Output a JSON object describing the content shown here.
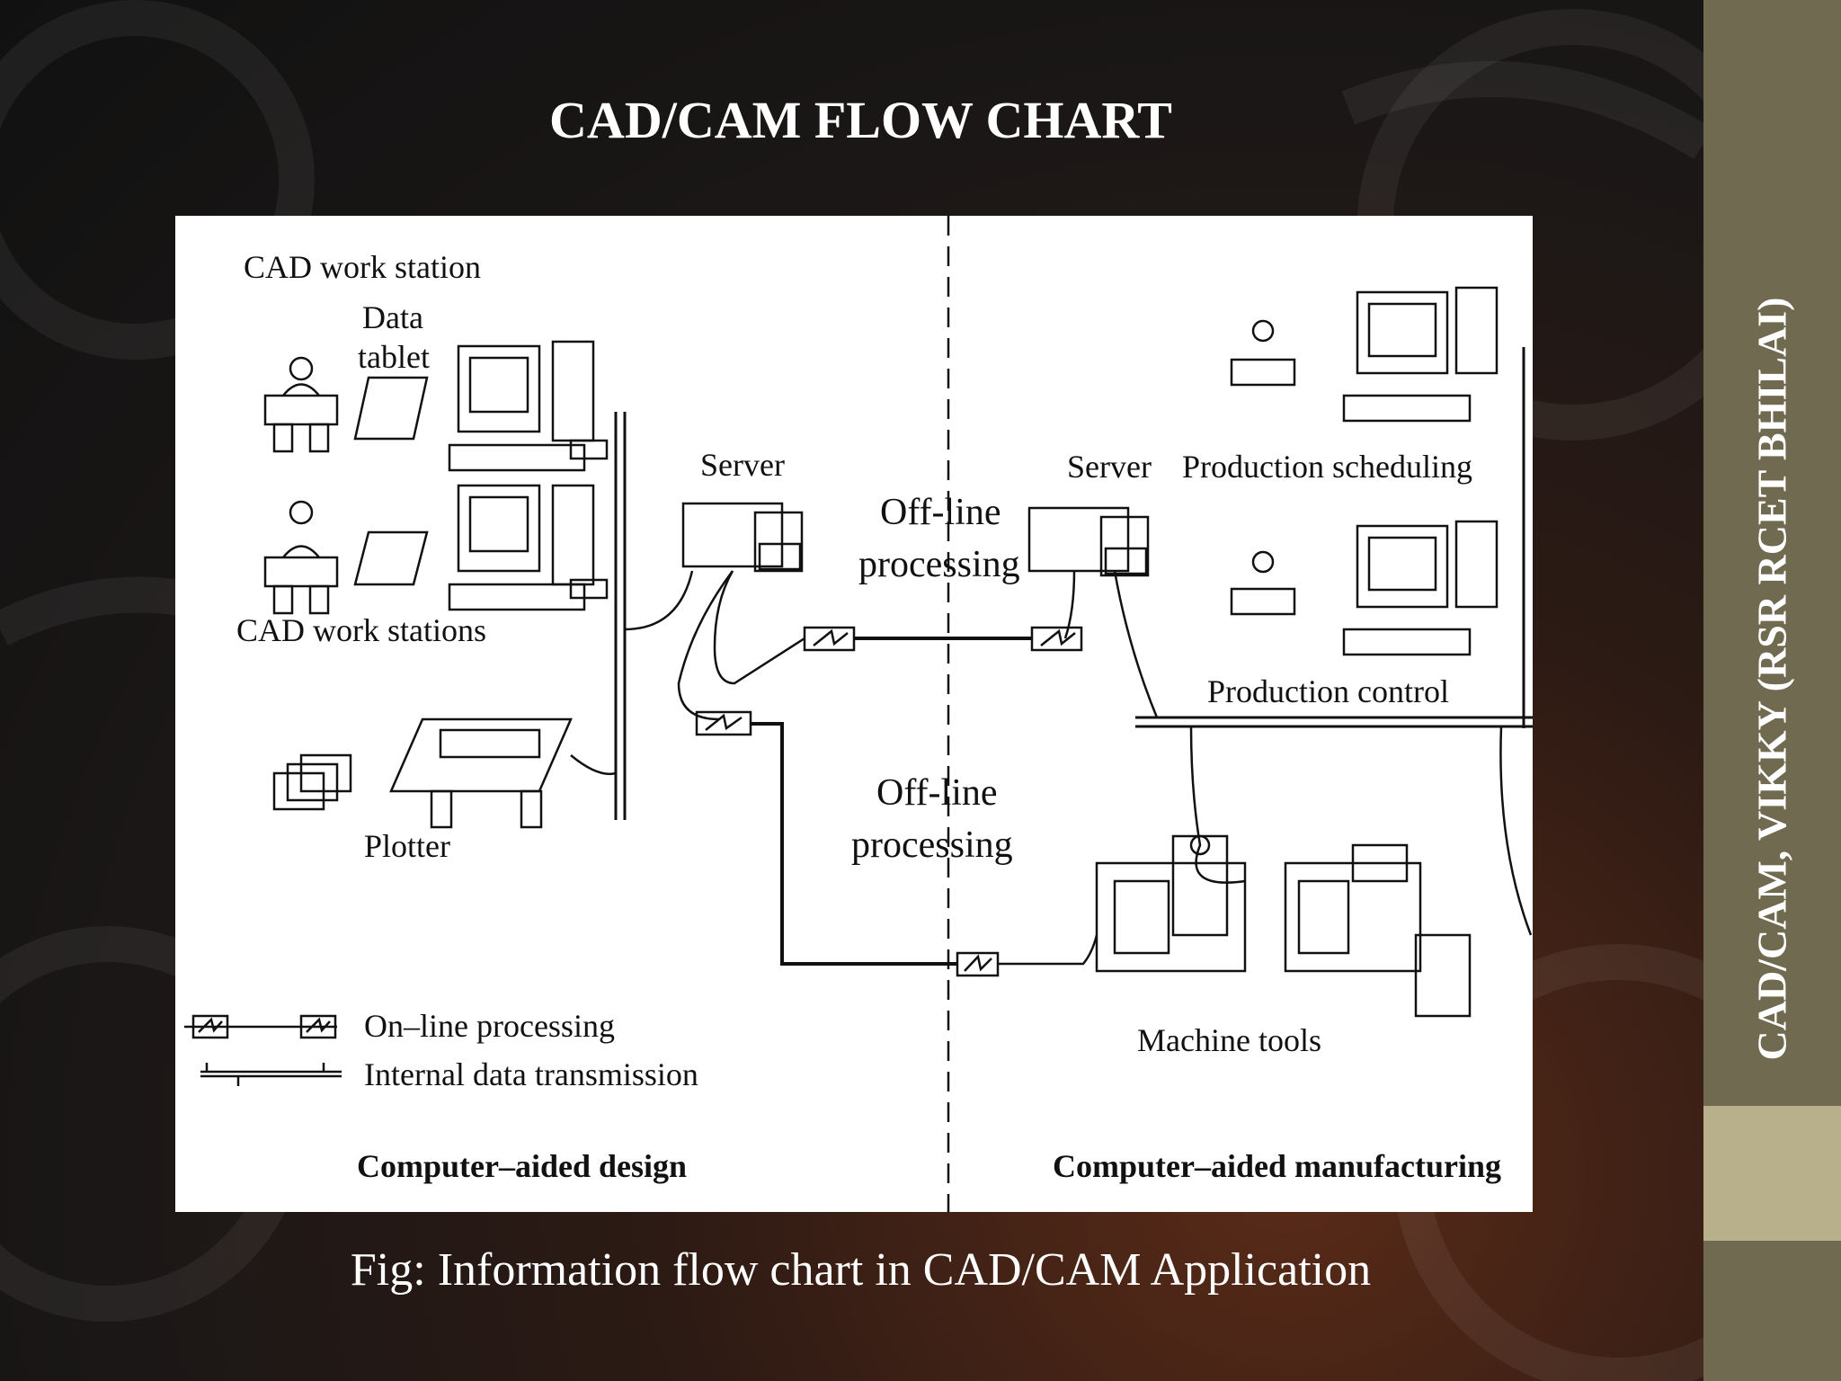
{
  "slide": {
    "title": "CAD/CAM FLOW CHART",
    "caption": "Fig: Information flow chart in CAD/CAM Application",
    "sidebar_text": "CAD/CAM, VIKKY (RSR RCET BHILAI)",
    "colors": {
      "sidebar": "#6f6a50",
      "sidebar_band": "#b7b08a",
      "panel": "#ffffff",
      "text": "#ffffff"
    }
  },
  "diagram": {
    "cad_work_station": "CAD   work   station",
    "data_tablet_line1": "Data",
    "data_tablet_line2": "tablet",
    "cad_work_stations": "CAD   work   stations",
    "plotter": "Plotter",
    "server_left": "Server",
    "offline_1_line1": "Off-line",
    "offline_1_line2": "processing",
    "offline_2_line1": "Off-line",
    "offline_2_line2": "processing",
    "server_right": "Server",
    "production_scheduling": "Production   scheduling",
    "production_control": "Production   control",
    "machine_tools": "Machine   tools",
    "legend_online": "On–line   processing",
    "legend_internal": "Internal   data   transmission",
    "cad_section": "Computer–aided design",
    "cam_section": "Computer–aided manufacturing"
  }
}
